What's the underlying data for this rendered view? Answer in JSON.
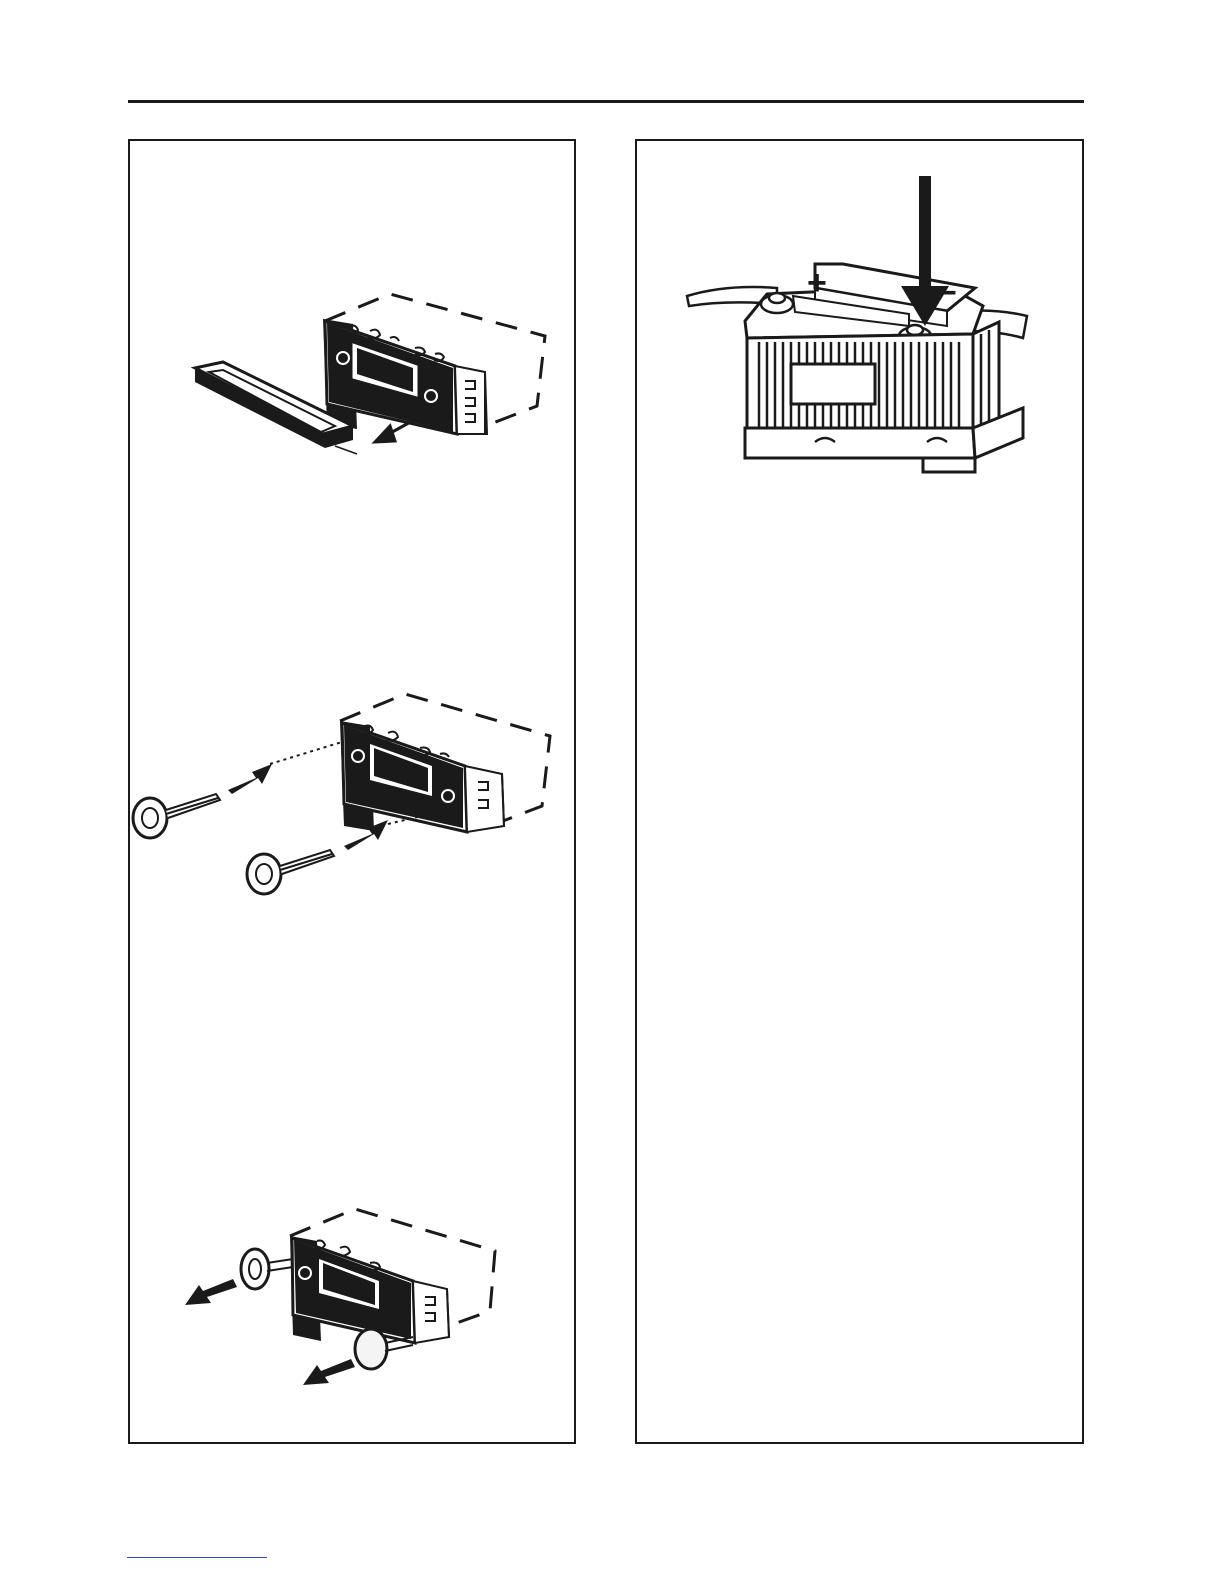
{
  "page": {
    "illustrations": [
      {
        "id": "remove-trim-frame",
        "icon": "radio-frame-removal"
      },
      {
        "id": "insert-release-keys",
        "icon": "release-key-insert"
      },
      {
        "id": "pull-out-radio",
        "icon": "radio-pull-out"
      },
      {
        "id": "battery-negative-terminal",
        "icon": "car-battery"
      }
    ],
    "battery_plus_sign": "+",
    "battery_minus_sign": "−"
  },
  "colors": {
    "line": "#1a1a1a",
    "link": "#2a4bd7"
  }
}
